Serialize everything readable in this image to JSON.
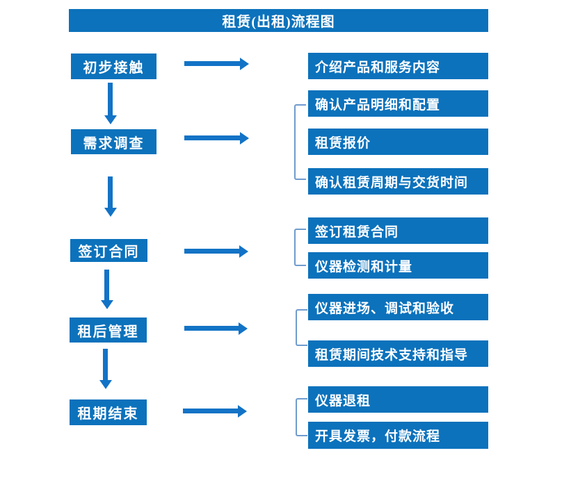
{
  "title": "租赁(出租)流程图",
  "colors": {
    "box_blue": "#0c72bc",
    "arrow_blue": "#1273c6",
    "bracket_blue": "#6f9cce",
    "text_white": "#ffffff"
  },
  "stages": [
    {
      "label": "初步接触",
      "details": [
        "介绍产品和服务内容"
      ]
    },
    {
      "label": "需求调查",
      "details": [
        "确认产品明细和配置",
        "租赁报价",
        "确认租赁周期与交货时间"
      ]
    },
    {
      "label": "签订合同",
      "details": [
        "签订租赁合同",
        "仪器检测和计量"
      ]
    },
    {
      "label": "租后管理",
      "details": [
        "仪器进场、调试和验收",
        "租赁期间技术支持和指导"
      ]
    },
    {
      "label": "租期结束",
      "details": [
        "仪器退租",
        "开具发票，付款流程"
      ]
    }
  ]
}
